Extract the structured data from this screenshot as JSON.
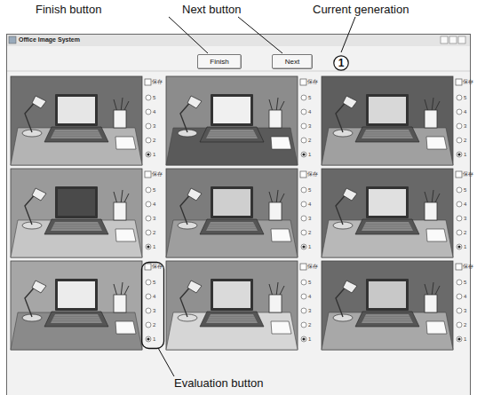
{
  "diagram": {
    "nodes": [
      {
        "text": [
          "Office Image System"
        ]
      },
      {
        "text": [
          "Finish"
        ],
        "in": 0
      },
      {
        "text": [
          "Next"
        ],
        "in": 0
      },
      {
        "text": [
          "1"
        ],
        "in": 0
      }
    ],
    "labels": [
      "Finish button",
      "Next button",
      "Current generation",
      "Evaluation button",
      "保存",
      "5",
      "4",
      "3",
      "2",
      "1",
      "保存",
      "5",
      "4",
      "3",
      "2",
      "1",
      "保存",
      "5",
      "4",
      "3",
      "2",
      "1",
      "保存",
      "5",
      "4",
      "3",
      "2",
      "1",
      "保存",
      "5",
      "4",
      "3",
      "2",
      "1",
      "保存",
      "5",
      "4",
      "3",
      "2",
      "1",
      "保存",
      "5",
      "4",
      "3",
      "2",
      "1",
      "保存",
      "5",
      "4",
      "3",
      "2",
      "1",
      "保存",
      "5",
      "4",
      "3",
      "2",
      "1"
    ]
  }
}
